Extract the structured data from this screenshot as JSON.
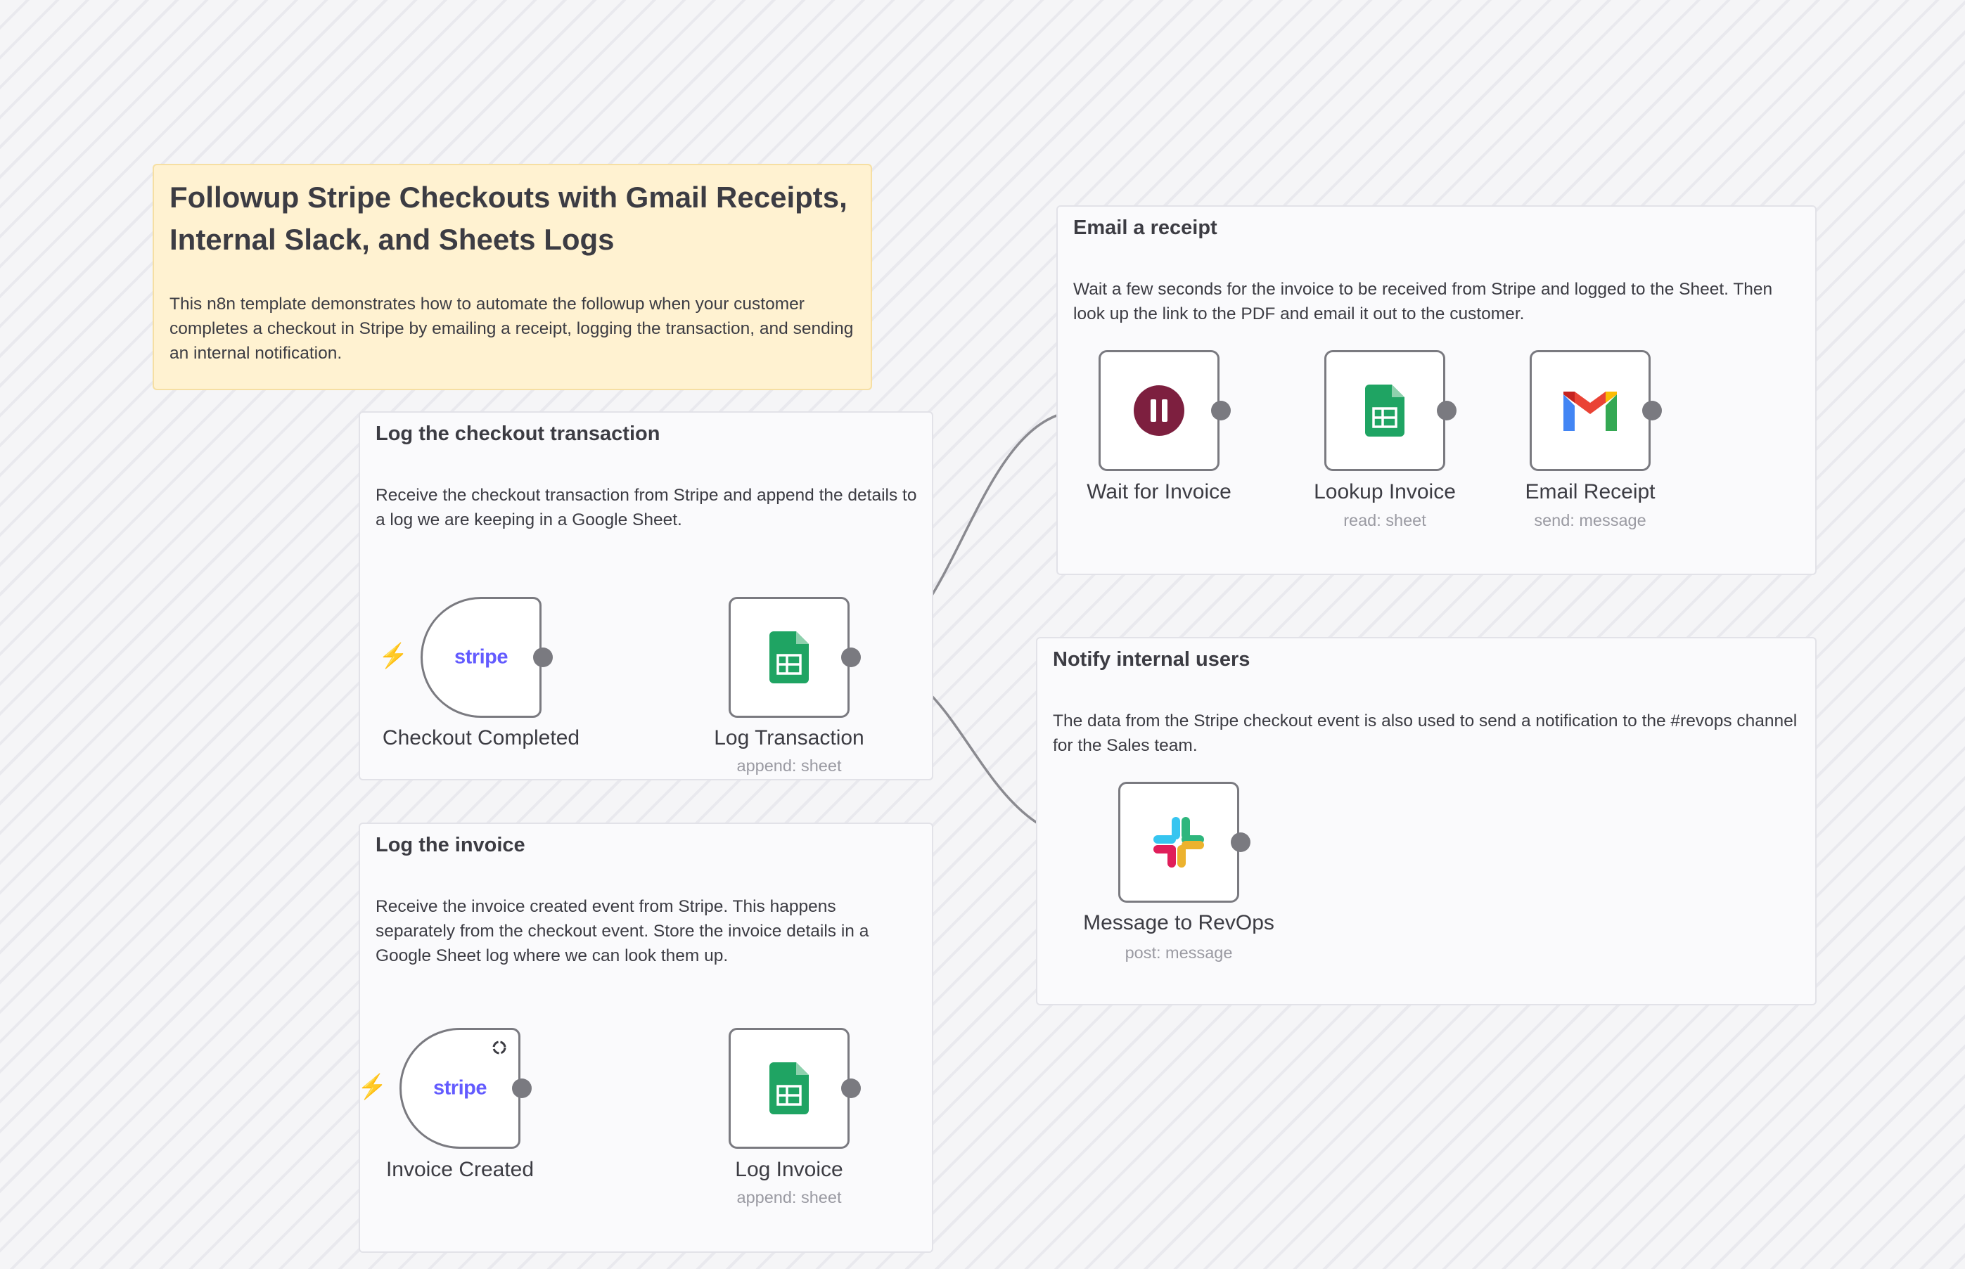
{
  "intro": {
    "title": "Followup Stripe Checkouts with Gmail Receipts, Internal Slack, and Sheets Logs",
    "description": "This n8n template demonstrates how to automate the followup when your customer completes a checkout in Stripe by emailing a receipt, logging the transaction, and sending an internal notification."
  },
  "groups": {
    "log_checkout": {
      "title": "Log the checkout transaction",
      "description": "Receive the checkout transaction from Stripe and append the details to a log we are keeping in a Google Sheet."
    },
    "log_invoice": {
      "title": "Log the invoice",
      "description": "Receive the invoice created event from Stripe. This happens separately from the checkout event. Store the invoice details in a Google Sheet log where we can look them up."
    },
    "email_receipt": {
      "title": "Email a receipt",
      "description": "Wait a few seconds for the invoice to be received from Stripe and logged to the Sheet. Then look up the link to the PDF and email it out to the customer."
    },
    "notify": {
      "title": "Notify internal users",
      "description": "The data from the Stripe checkout event is also used to send a notification to the #revops channel for the Sales team."
    }
  },
  "nodes": {
    "checkout_completed": {
      "name": "Checkout Completed",
      "icon": "stripe-icon",
      "icon_text": "stripe"
    },
    "log_transaction": {
      "name": "Log Transaction",
      "subtitle": "append: sheet",
      "icon": "google-sheets-icon"
    },
    "invoice_created": {
      "name": "Invoice Created",
      "icon": "stripe-icon",
      "icon_text": "stripe"
    },
    "log_invoice": {
      "name": "Log Invoice",
      "subtitle": "append: sheet",
      "icon": "google-sheets-icon"
    },
    "wait_for_invoice": {
      "name": "Wait for Invoice",
      "icon": "pause-icon"
    },
    "lookup_invoice": {
      "name": "Lookup Invoice",
      "subtitle": "read: sheet",
      "icon": "google-sheets-icon"
    },
    "email_receipt": {
      "name": "Email Receipt",
      "subtitle": "send: message",
      "icon": "gmail-icon"
    },
    "message_revops": {
      "name": "Message to RevOps",
      "subtitle": "post: message",
      "icon": "slack-icon"
    }
  },
  "colors": {
    "canvas": "#f5f5f7",
    "stripe": "#635bff",
    "sheets": "#1fa463",
    "wait": "#7d1f3f",
    "trigger_bolt": "#f2706a",
    "connection": "#7a7a80"
  }
}
